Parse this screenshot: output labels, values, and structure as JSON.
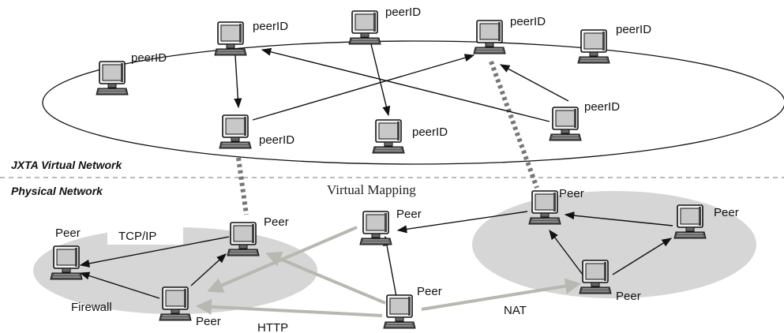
{
  "sections": {
    "virtual": "JXTA Virtual Network",
    "physical": "Physical Network"
  },
  "mapping_label": "Virtual Mapping",
  "virtual_nodes": [
    {
      "id": "v1",
      "label": "peerID"
    },
    {
      "id": "v2",
      "label": "peerID"
    },
    {
      "id": "v3",
      "label": "peerID"
    },
    {
      "id": "v4",
      "label": "peerID"
    },
    {
      "id": "v5",
      "label": "peerID"
    },
    {
      "id": "v6",
      "label": "peerID"
    },
    {
      "id": "v7",
      "label": "peerID"
    },
    {
      "id": "v8",
      "label": "peerID"
    }
  ],
  "physical_nodes": [
    {
      "id": "p1",
      "label": "Peer"
    },
    {
      "id": "p2",
      "label": "Peer"
    },
    {
      "id": "p3",
      "label": "Peer"
    },
    {
      "id": "p4",
      "label": "Peer"
    },
    {
      "id": "p5",
      "label": "Peer"
    },
    {
      "id": "p6",
      "label": "Peer"
    },
    {
      "id": "p7",
      "label": "Peer"
    },
    {
      "id": "p8",
      "label": "Peer"
    }
  ],
  "link_labels": {
    "tcpip": "TCP/IP",
    "firewall": "Firewall",
    "http": "HTTP",
    "nat": "NAT"
  },
  "colors": {
    "cloud": "#d6d6d6",
    "gray_arrow": "#b8b8b0",
    "line": "#111111"
  }
}
